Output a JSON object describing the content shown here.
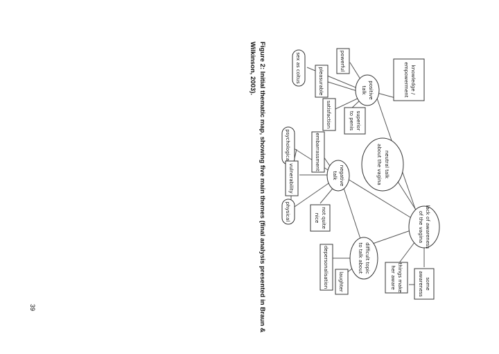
{
  "diagram": {
    "nodes": {
      "knowledge": "knowledge /",
      "knowledge2": "empowerment",
      "powerful": "powerful",
      "sex_as_coitus": "sex as coitus",
      "pleasurable": "pleasurable",
      "positive_talk": "positive",
      "positive_talk2": "talk",
      "superior": "superior",
      "superior2": "to penis",
      "satisfaction": "satisfaction",
      "neutral": "neutral talk",
      "neutral2": "about the vagina",
      "embarrassment": "embarrassment",
      "psychological": "psychological",
      "negative": "negative",
      "negative2": "talk",
      "vulnerability": "vulnerability",
      "physical": "physical",
      "not_quite": "not quite",
      "not_quite2": "nice",
      "lack": "lack of awareness",
      "lack2": "of the vagina",
      "difficult": "difficult topic",
      "difficult2": "to talk about",
      "depersonalisation": "depersonalisation",
      "laughter": "laughter",
      "some_awareness": "some",
      "some_awareness2": "awareness",
      "things_make": "things make",
      "things_make2": "her aware"
    }
  },
  "caption": {
    "line1": "Figure 2: Initial thematic map, showing five main themes (final analysis presented in Braun &",
    "line2": "Wilkinson, 2003)."
  },
  "page_number": "39"
}
